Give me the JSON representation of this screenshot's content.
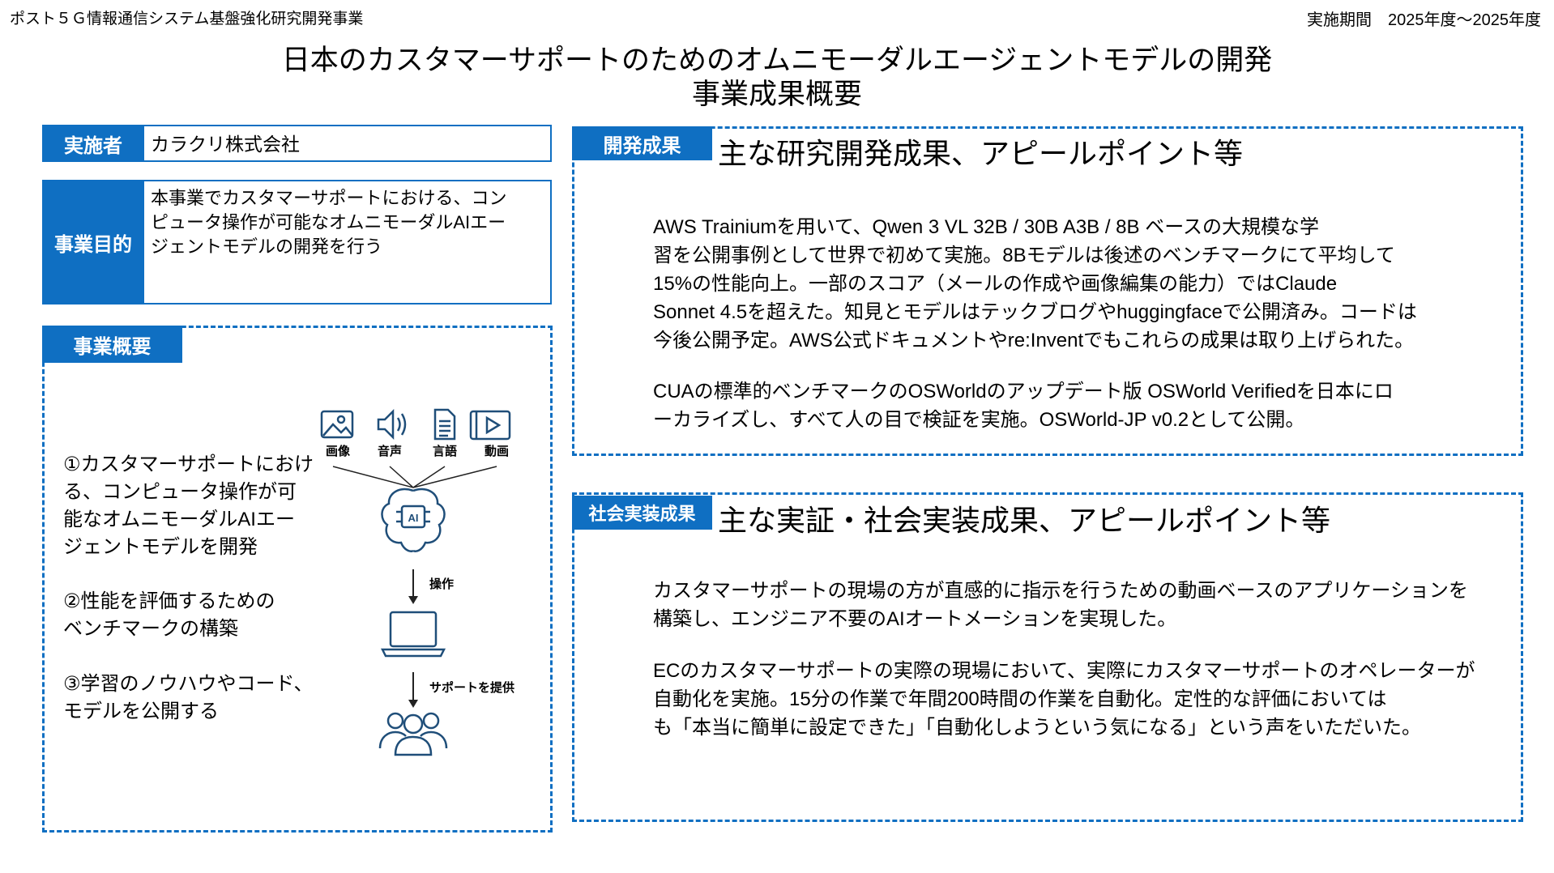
{
  "header": {
    "program": "ポスト５Ｇ情報通信システム基盤強化研究開発事業",
    "period": "実施期間　2025年度～2025年度",
    "title_line1": "日本のカスタマーサポートのためのオムニモーダルエージェントモデルの開発",
    "title_line2": "事業成果概要"
  },
  "info": {
    "implementer_label": "実施者",
    "implementer_value": "カラクリ株式会社",
    "purpose_label": "事業目的",
    "purpose_lines": [
      "本事業でカスタマーサポートにおける、コン",
      "ピュータ操作が可能なオムニモーダルAIエー",
      "ジェントモデルの開発を行う"
    ]
  },
  "overview": {
    "label": "事業概要",
    "item1": [
      "①カスタマーサポートにおけ",
      "る、コンピュータ操作が可",
      "能なオムニモーダルAIエー",
      "ジェントモデルを開発"
    ],
    "item2": [
      "②性能を評価するための",
      "ベンチマークの構築"
    ],
    "item3": [
      "③学習のノウハウやコード、",
      "モデルを公開する"
    ],
    "diagram": {
      "inputs": [
        "画像",
        "音声",
        "言語",
        "動画"
      ],
      "icons": [
        "image-icon",
        "speaker-icon",
        "document-icon",
        "video-icon",
        "ai-brain-icon",
        "laptop-icon",
        "users-icon"
      ],
      "operate": "操作",
      "support": "サポートを提供"
    }
  },
  "dev": {
    "label": "開発成果",
    "heading": "主な研究開発成果、アピールポイント等",
    "para1": [
      "AWS Trainiumを用いて、Qwen 3 VL 32B / 30B A3B / 8B ベースの大規模な学",
      "習を公開事例として世界で初めて実施。8Bモデルは後述のベンチマークにて平均して",
      "15%の性能向上。一部のスコア（メールの作成や画像編集の能力）ではClaude",
      "Sonnet 4.5を超えた。知見とモデルはテックブログやhuggingfaceで公開済み。コードは",
      "今後公開予定。AWS公式ドキュメントやre:Inventでもこれらの成果は取り上げられた。"
    ],
    "para2": [
      "CUAの標準的ベンチマークのOSWorldのアップデート版 OSWorld Verifiedを日本にロ",
      "ーカライズし、すべて人の目で検証を実施。OSWorld-JP v0.2として公開。"
    ]
  },
  "social": {
    "label": "社会実装成果",
    "heading": "主な実証・社会実装成果、アピールポイント等",
    "para1": [
      "カスタマーサポートの現場の方が直感的に指示を行うための動画ベースのアプリケーションを",
      "構築し、エンジニア不要のAIオートメーションを実現した。"
    ],
    "para2": [
      "ECのカスタマーサポートの実際の現場において、実際にカスタマーサポートのオペレーターが",
      "自動化を実施。15分の作業で年間200時間の作業を自動化。定性的な評価においては",
      "も「本当に簡単に設定できた」「自動化しようという気になる」という声をいただいた。"
    ]
  },
  "colors": {
    "accent": "#0f6fc2",
    "icon": "#1f4e79"
  }
}
